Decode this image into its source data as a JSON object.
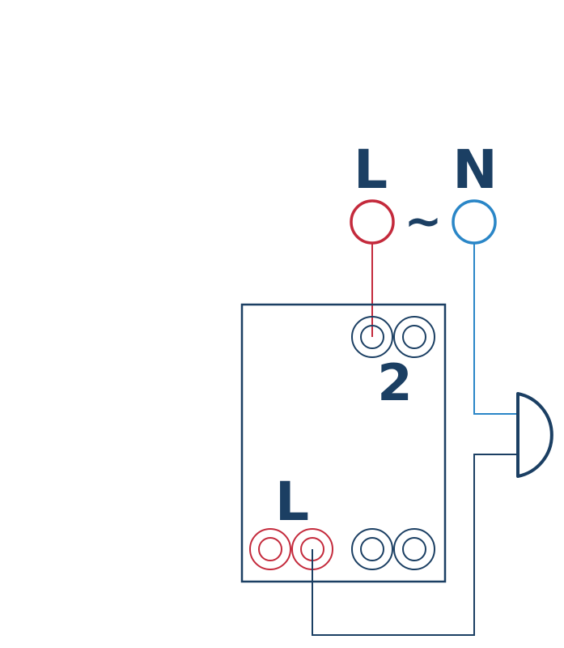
{
  "supply": {
    "live_label": "L",
    "tilde": "~",
    "neutral_label": "N"
  },
  "module": {
    "terminal_label": "2",
    "live_label": "L"
  },
  "colors": {
    "live": "#c42a3c",
    "neutral": "#2a86c7",
    "dark": "#1b3f63"
  },
  "icons": [
    "bell-icon"
  ]
}
